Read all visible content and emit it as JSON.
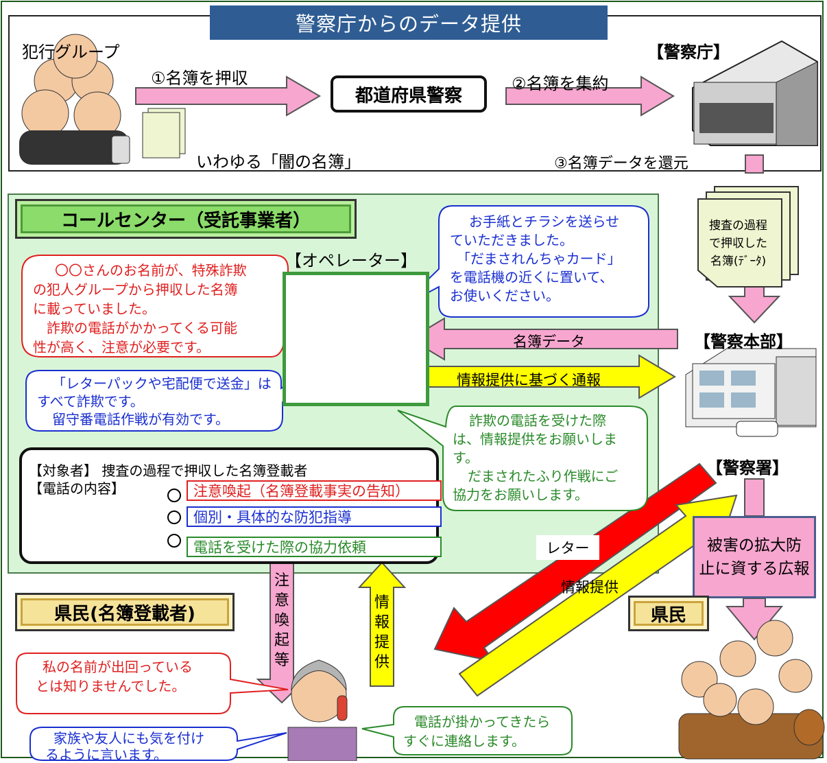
{
  "header": {
    "title": "警察庁からのデータ提供"
  },
  "top": {
    "group_label": "犯行グループ",
    "arrow1_label": "①名簿を押収",
    "prefecture_police": "都道府県警察",
    "arrow2_label": "②名簿を集約",
    "npa_label": "【警察庁】",
    "darklist_label": "いわゆる「闇の名簿」",
    "arrow3_label": "③名簿データを還元"
  },
  "callcenter": {
    "title": "コールセンター（受託事業者）",
    "operator_label": "【オペレーター】",
    "bubble_red": [
      "〇〇さんのお名前が、特殊詐欺",
      "の犯人グループから押収した名簿",
      "に載っていました。",
      "詐欺の電話がかかってくる可能",
      "性が高く、注意が必要です。"
    ],
    "bubble_blue_left": [
      "「レターパックや宅配便で送金」は",
      "すべて詐欺です。",
      "留守番電話作戦が有効です。"
    ],
    "bubble_blue_right": [
      "お手紙とチラシを送らせ",
      "ていただきました。",
      "「だまされんちゃカード」",
      "を電話機の近くに置いて、",
      "お使いください。"
    ],
    "bubble_green": [
      "詐欺の電話を受けた際",
      "は、情報提供をお願いしま",
      "す。",
      "だまされたふり作戦にご",
      "協力をお願いします。"
    ]
  },
  "flows": {
    "meibo_data": "名簿データ",
    "tsuho": "情報提供に基づく通報",
    "letter": "レター",
    "joho_teikyo": "情報提供",
    "chui_kanki_vertical": "注意喚起等",
    "joho_vertical": "情報提供"
  },
  "content_box": {
    "target_label": "【対象者】 捜査の過程で押収した名簿登載者",
    "content_label": "【電話の内容】",
    "items": [
      {
        "text": "注意喚起（名簿登載事実の告知）",
        "color": "#e02020"
      },
      {
        "text": "個別・具体的な防犯指導",
        "color": "#1a2fd0"
      },
      {
        "text": "電話を受けた際の協力依頼",
        "color": "#2a8a2a"
      }
    ]
  },
  "right": {
    "doc_text": [
      "捜査の過程",
      "で押収した",
      "名簿(ﾃﾞｰﾀ)"
    ],
    "hq_label": "【警察本部】",
    "station_label": "【警察署】",
    "pr_text": [
      "被害の拡大防",
      "止に資する広報"
    ],
    "kenmin": "県民"
  },
  "residents": {
    "title": "県民(名簿登載者)",
    "bubble_red": [
      "私の名前が出回っている",
      "とは知りませんでした。"
    ],
    "bubble_blue": [
      "家族や友人にも気を付け",
      "るように言います。"
    ],
    "bubble_green": [
      "電話が掛かってきたら",
      "すぐに連絡します。"
    ]
  },
  "colors": {
    "banner": "#2f5d93",
    "pink_arrow": "#f7a6cf",
    "yellow_arrow": "#ffff00",
    "red_arrow": "#ff0000",
    "green_bg": "#d9f5d8"
  }
}
